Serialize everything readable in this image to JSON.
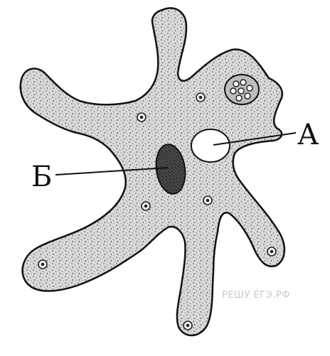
{
  "labels": {
    "a": "А",
    "b": "Б"
  },
  "watermark": "РЕШУ ЕГЭ.РФ",
  "colors": {
    "ink": "#111111",
    "cytoplasm": "#dcdcdc",
    "background": "#ffffff"
  }
}
